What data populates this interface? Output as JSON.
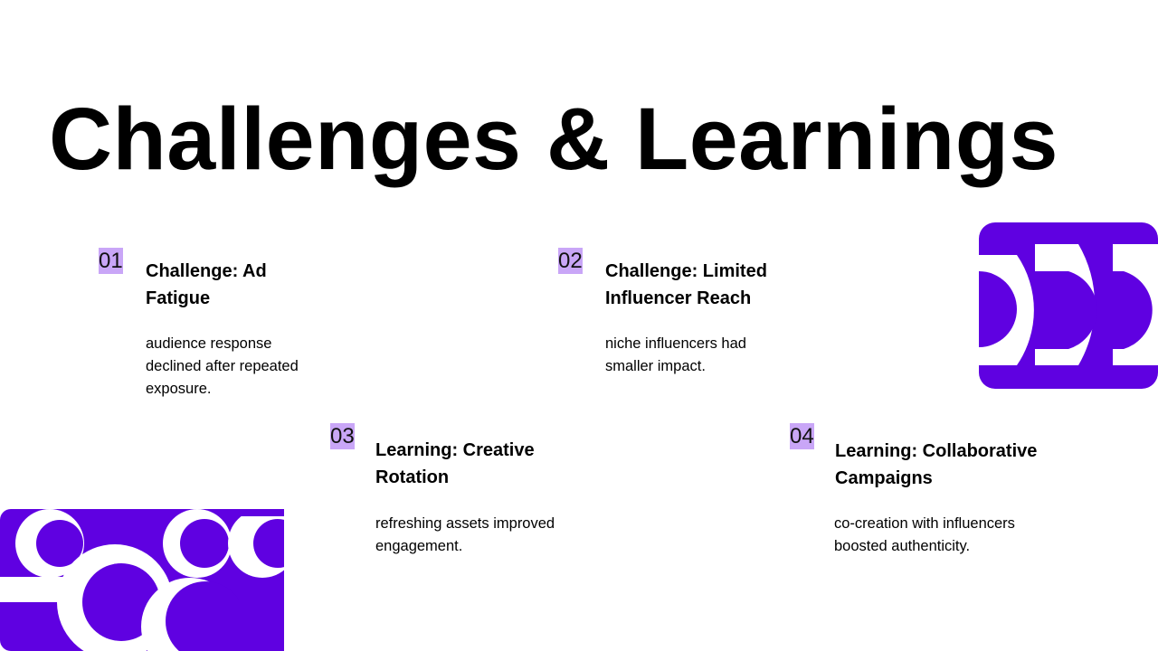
{
  "slide": {
    "title": "Challenges & Learnings",
    "accent_color": "#5f01e1",
    "highlight_color": "#c9a6f7"
  },
  "items": [
    {
      "number": "01",
      "heading": "Challenge: Ad Fatigue",
      "description": "audience response declined after repeated exposure."
    },
    {
      "number": "02",
      "heading": "Challenge: Limited Influencer Reach",
      "description": "niche influencers had smaller impact."
    },
    {
      "number": "03",
      "heading": "Learning: Creative Rotation",
      "description": "refreshing assets improved engagement."
    },
    {
      "number": "04",
      "heading": "Learning: Collaborative Campaigns",
      "description": "co-creation with influencers boosted authenticity."
    }
  ]
}
